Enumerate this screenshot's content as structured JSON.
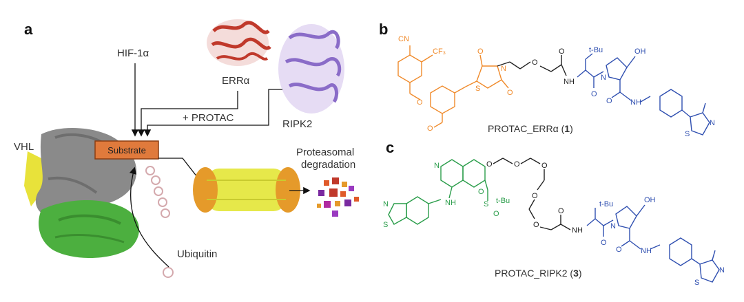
{
  "panels": {
    "a": "a",
    "b": "b",
    "c": "c"
  },
  "labels": {
    "hif": "HIF-1α",
    "erra": "ERRα",
    "ripk2": "RIPK2",
    "protac": "+ PROTAC",
    "vhl": "VHL",
    "substrate": "Substrate",
    "proteasomal_1": "Proteasomal",
    "proteasomal_2": "degradation",
    "ubiquitin": "Ubiquitin"
  },
  "molecules": {
    "b_name": "PROTAC_ERRα (",
    "b_num": "1",
    "b_close": ")",
    "c_name": "PROTAC_RIPK2 (",
    "c_num": "3",
    "c_close": ")"
  },
  "atoms": {
    "cn": "CN",
    "cf3": "CF₃",
    "o": "O",
    "n": "N",
    "s": "S",
    "oh": "OH",
    "h": "H",
    "tbu": "t-Bu",
    "nh": "NH"
  },
  "colors": {
    "substrate_fill": "#e07a3c",
    "vhl_gray": "#8a8a8a",
    "vhl_green": "#4caf3f",
    "vhl_yellow": "#e8e23a",
    "erra_red": "#c0392b",
    "ripk2_purple": "#8a6cc8",
    "proteasome_yellow": "#e6e84a",
    "proteasome_orange": "#e59a2a",
    "chem_orange": "#f08a2a",
    "chem_blue": "#2f4fb0",
    "chem_green": "#2a9d4a"
  }
}
